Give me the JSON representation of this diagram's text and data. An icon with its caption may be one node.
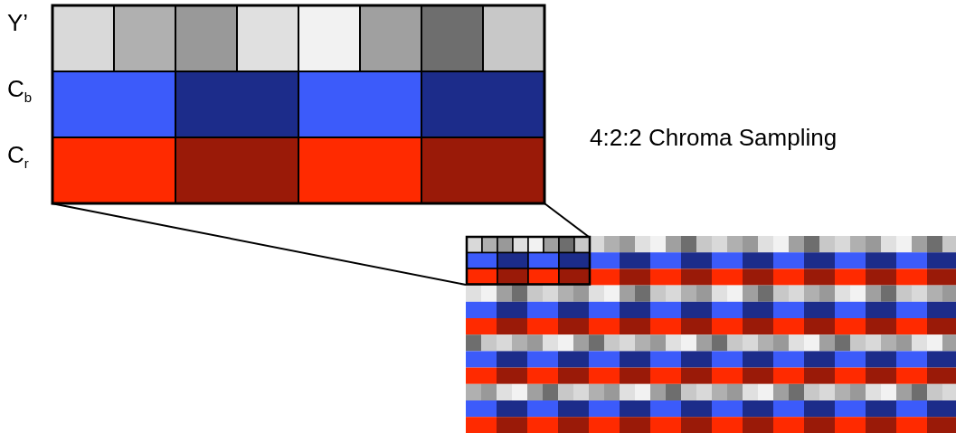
{
  "diagram": {
    "title": "4:2:2 Chroma Sampling",
    "labels": [
      "Y’",
      "C$_{b}$",
      "C$_{r}$"
    ]
  }
}
